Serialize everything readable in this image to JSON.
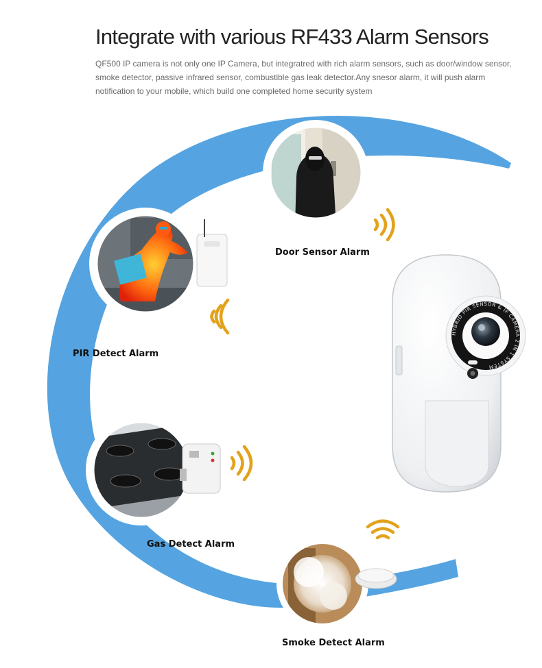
{
  "header": {
    "title": "Integrate with various RF433 Alarm Sensors",
    "description": "QF500 IP camera is not only one IP Camera, but integratred with rich alarm sensors, such as door/window sensor, smoke detector, passive infrared sensor, combustible gas leak detector.Any snesor alarm, it will push alarm notification to your mobile, which build one completed  home security system"
  },
  "sensors": {
    "door": {
      "label": "Door Sensor Alarm",
      "icon": "door-sensor-photo"
    },
    "pir": {
      "label": "PIR Detect Alarm",
      "icon": "pir-sensor-photo"
    },
    "gas": {
      "label": "Gas Detect Alarm",
      "icon": "gas-sensor-photo"
    },
    "smoke": {
      "label": "Smoke Detect Alarm",
      "icon": "smoke-sensor-photo"
    }
  },
  "camera": {
    "ring_text": "HYBRID PIR SENSOR & IP CAMERA 2 IN 1 SYSTEM"
  },
  "colors": {
    "arc": "#55a4e1",
    "signal": "#e2a21b",
    "text": "#222222"
  }
}
